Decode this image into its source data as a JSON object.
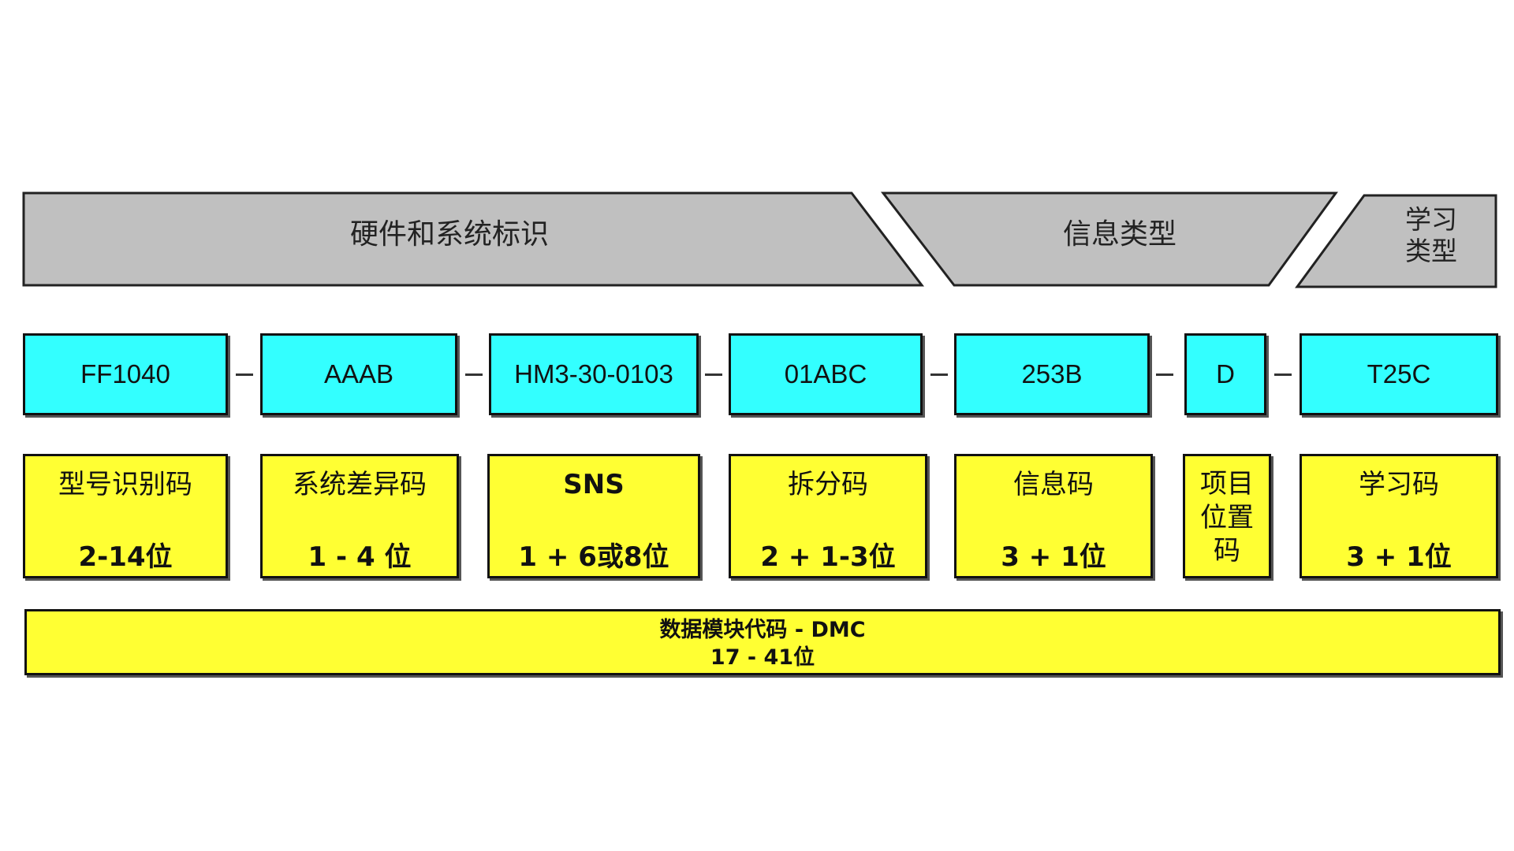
{
  "header": {
    "hardware_system": "硬件和系统标识",
    "info_type": "信息类型",
    "learn_type": "学习\n类型"
  },
  "codes": [
    "FF1040",
    "AAAB",
    "HM3-30-0103",
    "01ABC",
    "253B",
    "D",
    "T25C"
  ],
  "descriptions": [
    {
      "name": "型号识别码",
      "count": "2-14位"
    },
    {
      "name": "系统差异码",
      "count": "1 - 4 位"
    },
    {
      "name": "SNS",
      "count": "1 + 6或8位"
    },
    {
      "name": "拆分码",
      "count": "2 + 1-3位"
    },
    {
      "name": "信息码",
      "count": "3 + 1位"
    },
    {
      "name": "项目\n位置\n码",
      "count": ""
    },
    {
      "name": "学习码",
      "count": "3 + 1位"
    }
  ],
  "dmc": {
    "title": "数据模块代码 - DMC",
    "count": "17 - 41位"
  },
  "colors": {
    "header_gray": "#c0c0c0",
    "code_cyan": "#33ffff",
    "desc_yellow": "#ffff33"
  }
}
